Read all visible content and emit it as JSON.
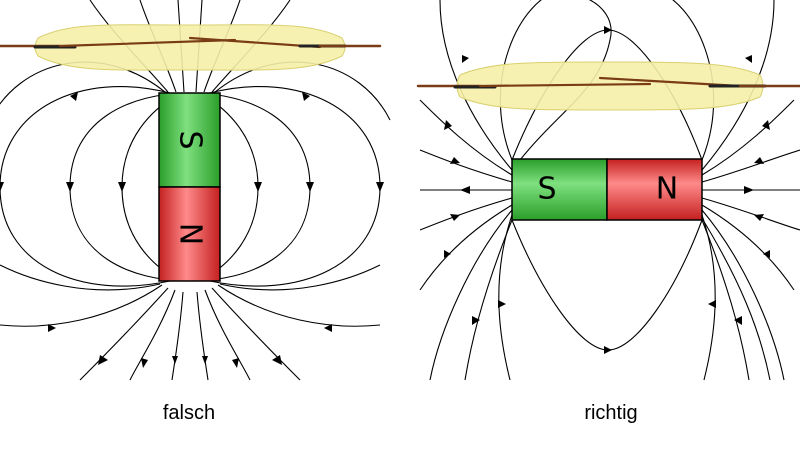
{
  "diagrams": [
    {
      "id": "wrong",
      "caption": "falsch",
      "pole_top": "S",
      "pole_bottom": "N",
      "orientation": "vertical"
    },
    {
      "id": "right",
      "caption": "richtig",
      "pole_left": "S",
      "pole_right": "N",
      "orientation": "horizontal"
    }
  ],
  "colors": {
    "south_pole": "#3fc23f",
    "north_pole": "#e23b3b",
    "reed_glass": "#f6f0a8",
    "reed_wire": "#7a3c16",
    "contact": "#222222",
    "field_line": "#000000"
  }
}
